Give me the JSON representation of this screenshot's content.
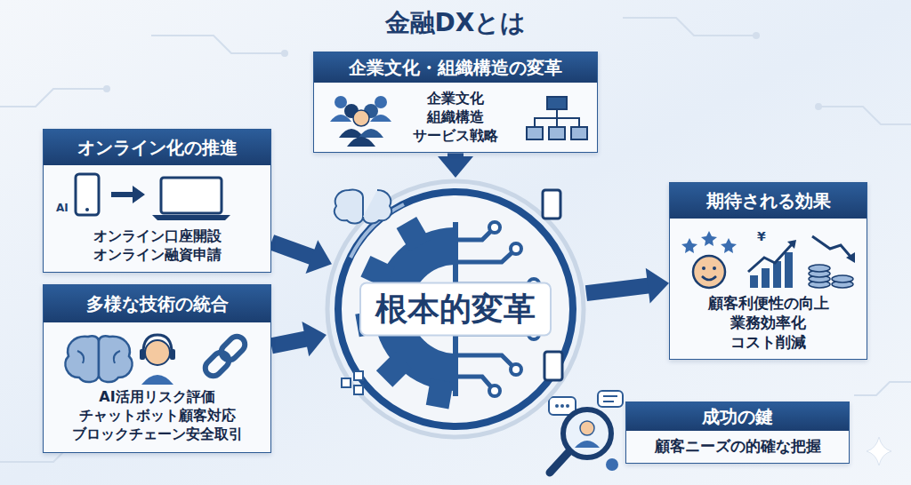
{
  "diagram": {
    "title": "金融DXとは",
    "nodes": [
      {
        "text": [
          "企業文化・組織構造の変革",
          "企業文化 組織構造 サービス戦略"
        ]
      },
      {
        "text": [
          "オンライン化の推進",
          "オンライン口座開設 オンライン融資申請"
        ]
      },
      {
        "text": [
          "根本的変革"
        ]
      },
      {
        "text": [
          "期待される効果",
          "顧客利便性の向上 業務効率化 コスト削減"
        ]
      },
      {
        "text": [
          "多様な技術の統合",
          "AI活用リスク評価 チャットボット顧客対応 ブロックチェーン安全取引"
        ]
      },
      {
        "text": [
          "成功の鍵",
          "顧客ニーズの的確な把握"
        ]
      }
    ],
    "edges": [
      {
        "from": 0,
        "to": 2,
        "arrow": "to"
      },
      {
        "from": 1,
        "to": 2,
        "arrow": "to"
      },
      {
        "from": 4,
        "to": 2,
        "arrow": "to"
      },
      {
        "from": 2,
        "to": 3,
        "arrow": "to"
      }
    ],
    "labels": [
      "AI",
      "¥"
    ]
  }
}
